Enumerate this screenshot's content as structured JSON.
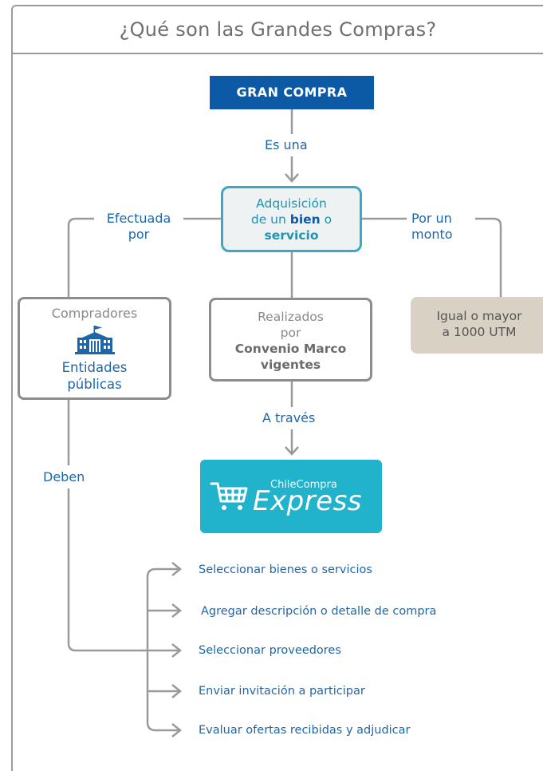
{
  "title": "¿Qué son las Grandes Compras?",
  "gran_compra": "GRAN COMPRA",
  "es_una": "Es una",
  "adquisicion": {
    "line1": "Adquisición",
    "pre2": "de un ",
    "bien": "bien",
    "post2": " o",
    "servicio": "servicio"
  },
  "efectuada": {
    "line1": "Efectuada",
    "line2": "por"
  },
  "por_un": {
    "line1": "Por un",
    "line2": "monto"
  },
  "compradores": {
    "title": "Compradores",
    "line1": "Entidades",
    "line2": "públicas"
  },
  "realizados": {
    "line1": "Realizados",
    "line2": "por",
    "line3": "Convenio Marco",
    "line4": "vigentes"
  },
  "monto": {
    "line1": "Igual o mayor",
    "line2": "a 1000 UTM"
  },
  "a_traves": "A través",
  "deben": "Deben",
  "express": {
    "brand": "ChileCompra",
    "word": "Express"
  },
  "steps": [
    "Seleccionar bienes o servicios",
    "Agregar descripción o detalle de compra",
    "Seleccionar proveedores",
    "Enviar invitación a participar",
    "Evaluar ofertas recibidas y adjudicar"
  ],
  "colors": {
    "primary": "#0c5aa6",
    "accent": "#3aa9c5",
    "express": "#21b3cc",
    "line": "#9a9a9a",
    "beige": "#d8d1c4"
  },
  "icons": [
    "building-icon",
    "cart-icon",
    "arrow-right-icon",
    "arrow-down-icon"
  ]
}
